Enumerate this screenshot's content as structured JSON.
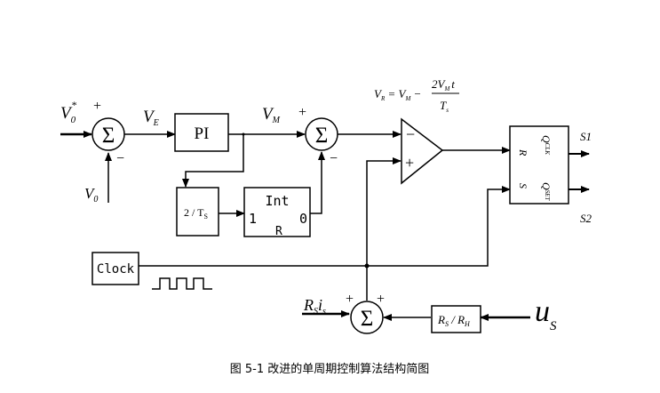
{
  "labels": {
    "v0_star": "V",
    "v0_star_sub": "0",
    "v0_star_sup": "*",
    "v0": "V",
    "v0_sub": "0",
    "ve": "V",
    "ve_sub": "E",
    "vm": "V",
    "vm_sub": "M",
    "plus": "+",
    "minus": "−",
    "sigma": "Σ",
    "pi_block": "PI",
    "ts_block_num": "2 / T",
    "ts_block_sub": "S",
    "int_block_title": "Int",
    "int_block_in": "1",
    "int_block_out": "0",
    "int_block_reset": "R",
    "clock_block": "Clock",
    "ff_r": "R",
    "ff_s": "S",
    "ff_q_clk": "Q",
    "ff_q_clk_sub": "CLK",
    "ff_q_set": "Q",
    "ff_q_set_sub": "SET",
    "s1": "S1",
    "s2": "S2",
    "rs_is": "R",
    "rs_is_sub": "S",
    "rs_is_i": "i",
    "rs_is_i_sub": "s",
    "us": "u",
    "us_sub": "S",
    "rs_rh_block": "R",
    "rs_rh_sub1": "S",
    "rs_rh_slash": " / R",
    "rs_rh_sub2": "H",
    "formula_lhs": "V",
    "formula_lhs_sub": "R",
    "formula_eq": " = V",
    "formula_vm_sub": "M",
    "formula_minus": " − ",
    "formula_num": "2V",
    "formula_num_sub": "M",
    "formula_num_t": "t",
    "formula_den": "T",
    "formula_den_sub": "s"
  },
  "caption": "图 5-1  改进的单周期控制算法结构简图"
}
